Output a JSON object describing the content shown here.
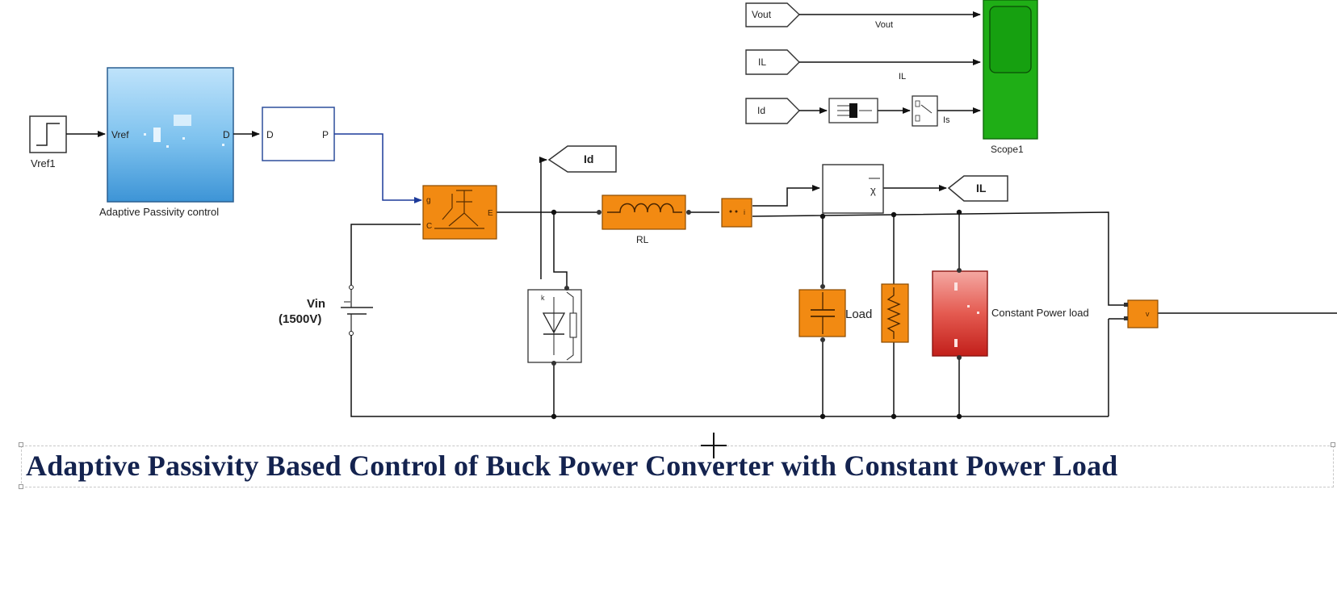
{
  "title": "Adaptive Passivity Based Control of Buck Power Converter with Constant Power Load",
  "blocks": {
    "step": "Vref1",
    "controller": "Adaptive Passivity control",
    "controller_in": "Vref",
    "controller_out": "D",
    "pwm_in": "D",
    "pwm_out": "P",
    "vin_name": "Vin",
    "vin_value": "(1500V)",
    "inductor": "RL",
    "load": "Load",
    "cpl": "Constant Power load",
    "scope": "Scope1",
    "id_tag": "Id",
    "il_tag": "IL",
    "vout_src": "Vout",
    "il_src": "IL",
    "id_src": "Id",
    "vout_sig": "Vout",
    "il_sig": "IL",
    "switch_out": "Is"
  },
  "colors": {
    "title": "#14234f",
    "orange": "#f28a12",
    "scope_green": "#1fae16",
    "cpl_red": "#d9322b",
    "controller_blue": "#4ea5e0"
  }
}
